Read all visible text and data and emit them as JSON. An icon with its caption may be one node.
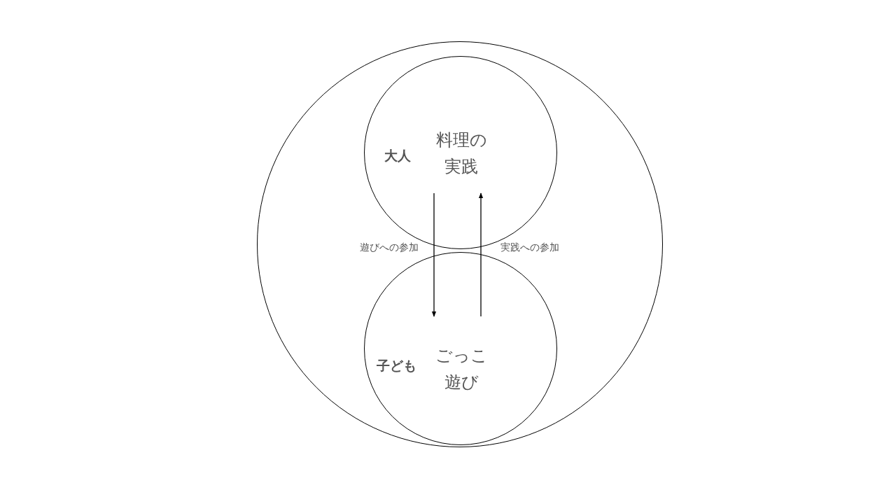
{
  "diagram": {
    "nodes": [
      {
        "text": [],
        "shape": "circle"
      },
      {
        "text": [
          "大人",
          "料理の実践"
        ],
        "in": 0
      },
      {
        "text": [
          "子ども",
          "ごっこ遊び"
        ],
        "in": 0
      }
    ],
    "edges": [
      {
        "from": 1,
        "to": 2,
        "arrow": "to",
        "label": "遊びへの参加"
      },
      {
        "from": 2,
        "to": 1,
        "arrow": "to",
        "label": "実践への参加"
      }
    ]
  }
}
